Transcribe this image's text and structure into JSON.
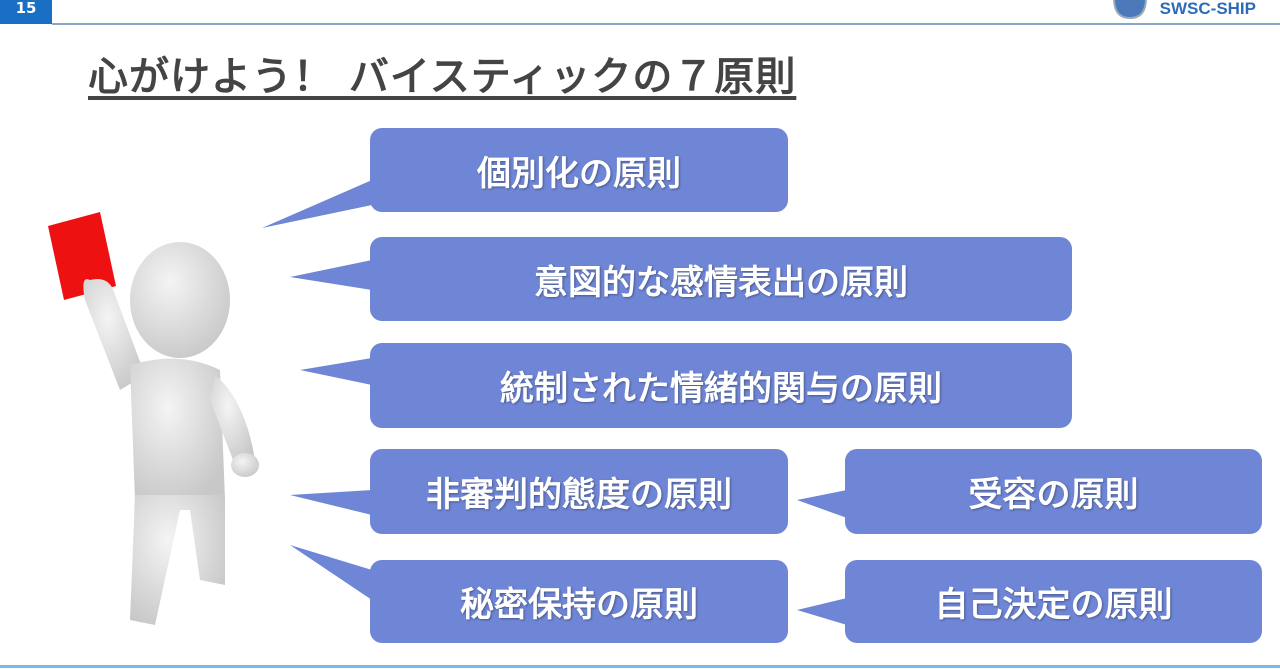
{
  "header": {
    "slide_number": "15",
    "logo_text": "SWSC-SHIP"
  },
  "title": "心がけよう！ バイスティックの７原則",
  "principles": [
    "個別化の原則",
    "意図的な感情表出の原則",
    "統制された情緒的関与の原則",
    "非審判的態度の原則",
    "受容の原則",
    "秘密保持の原則",
    "自己決定の原則"
  ],
  "colors": {
    "box": "#6f86d6",
    "accent": "#1a6fc4",
    "card": "#ee1111"
  }
}
